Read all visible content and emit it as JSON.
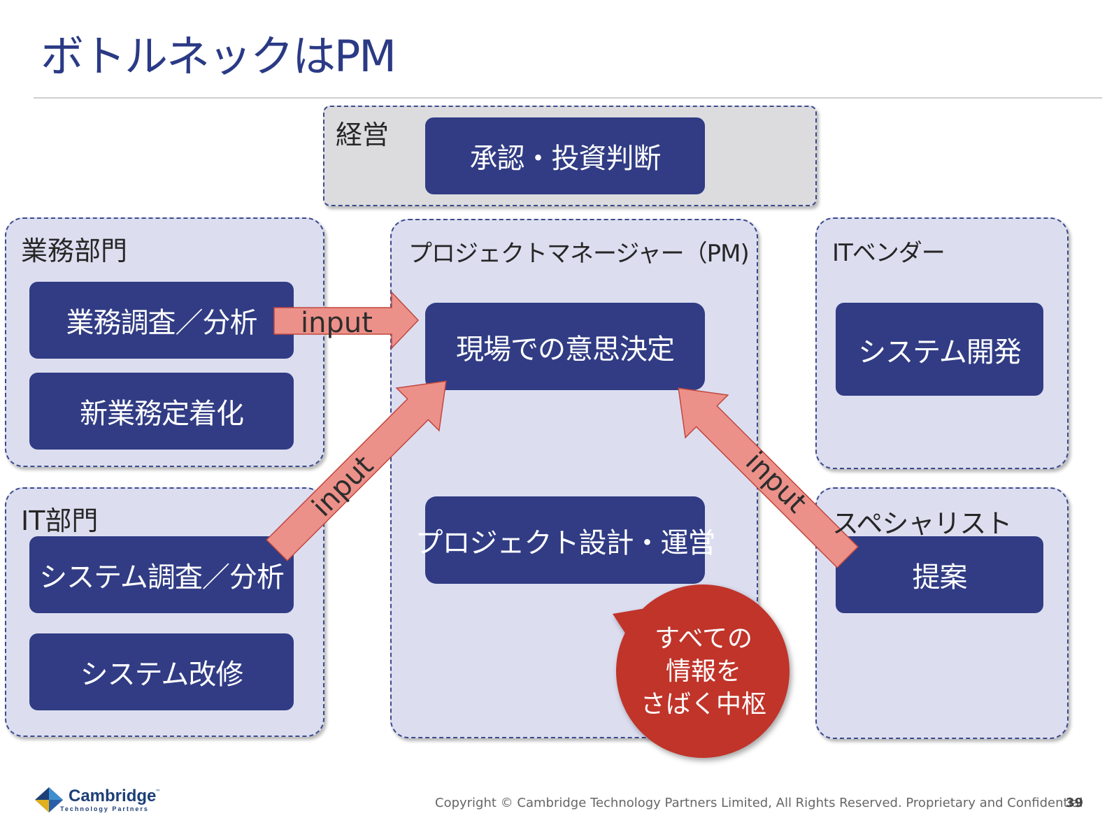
{
  "title": "ボトルネックはPM",
  "groups": {
    "management": {
      "label": "経営",
      "items": [
        "承認・投資判断"
      ]
    },
    "business": {
      "label": "業務部門",
      "items": [
        "業務調査／分析",
        "新業務定着化"
      ]
    },
    "it_dept": {
      "label": "IT部門",
      "items": [
        "システム調査／分析",
        "システム改修"
      ]
    },
    "pm": {
      "label": "プロジェクトマネージャー（PM)",
      "items": [
        "現場での意思決定",
        "プロジェクト設計・運営"
      ]
    },
    "it_vendor": {
      "label": "ITベンダー",
      "items": [
        "システム開発"
      ]
    },
    "specialist": {
      "label": "スペシャリスト",
      "items": [
        "提案"
      ]
    }
  },
  "arrows": {
    "from_business": "input",
    "from_it_dept": "input",
    "from_specialist": "input"
  },
  "callout": {
    "line1": "すべての",
    "line2": "情報を",
    "line3": "さばく中枢"
  },
  "footer": {
    "logo_name": "Cambridge",
    "logo_tm": "™",
    "logo_sub": "Technology Partners",
    "copyright": "Copyright © Cambridge Technology Partners Limited,   All Rights Reserved. Proprietary and Confidential",
    "page_number": "39"
  },
  "colors": {
    "title": "#2b3a85",
    "box": "#313c84",
    "group_fill": "#dcdef0",
    "arrow": "#ec9189",
    "callout": "#c0342a"
  }
}
